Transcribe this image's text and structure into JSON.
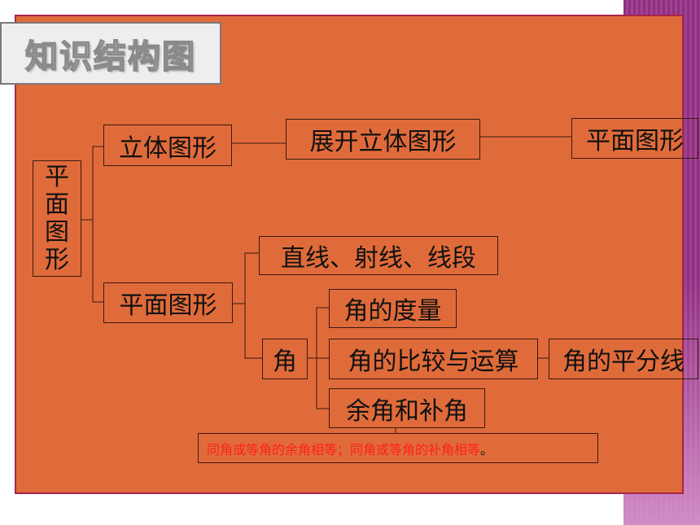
{
  "title": "知识结构图",
  "root": [
    "平",
    "面",
    "图",
    "形"
  ],
  "nodes": {
    "solid": "立体图形",
    "unfold": "展开立体图形",
    "plane_result": "平面图形",
    "plane": "平面图形",
    "lines": "直线、射线、线段",
    "angle": "角",
    "measure": "角的度量",
    "compare": "角的比较与运算",
    "bisector": "角的平分线",
    "complement": "余角和补角"
  },
  "note": {
    "text": "同角或等角的余角相等；同角或等角的补角相等",
    "end": "。"
  }
}
